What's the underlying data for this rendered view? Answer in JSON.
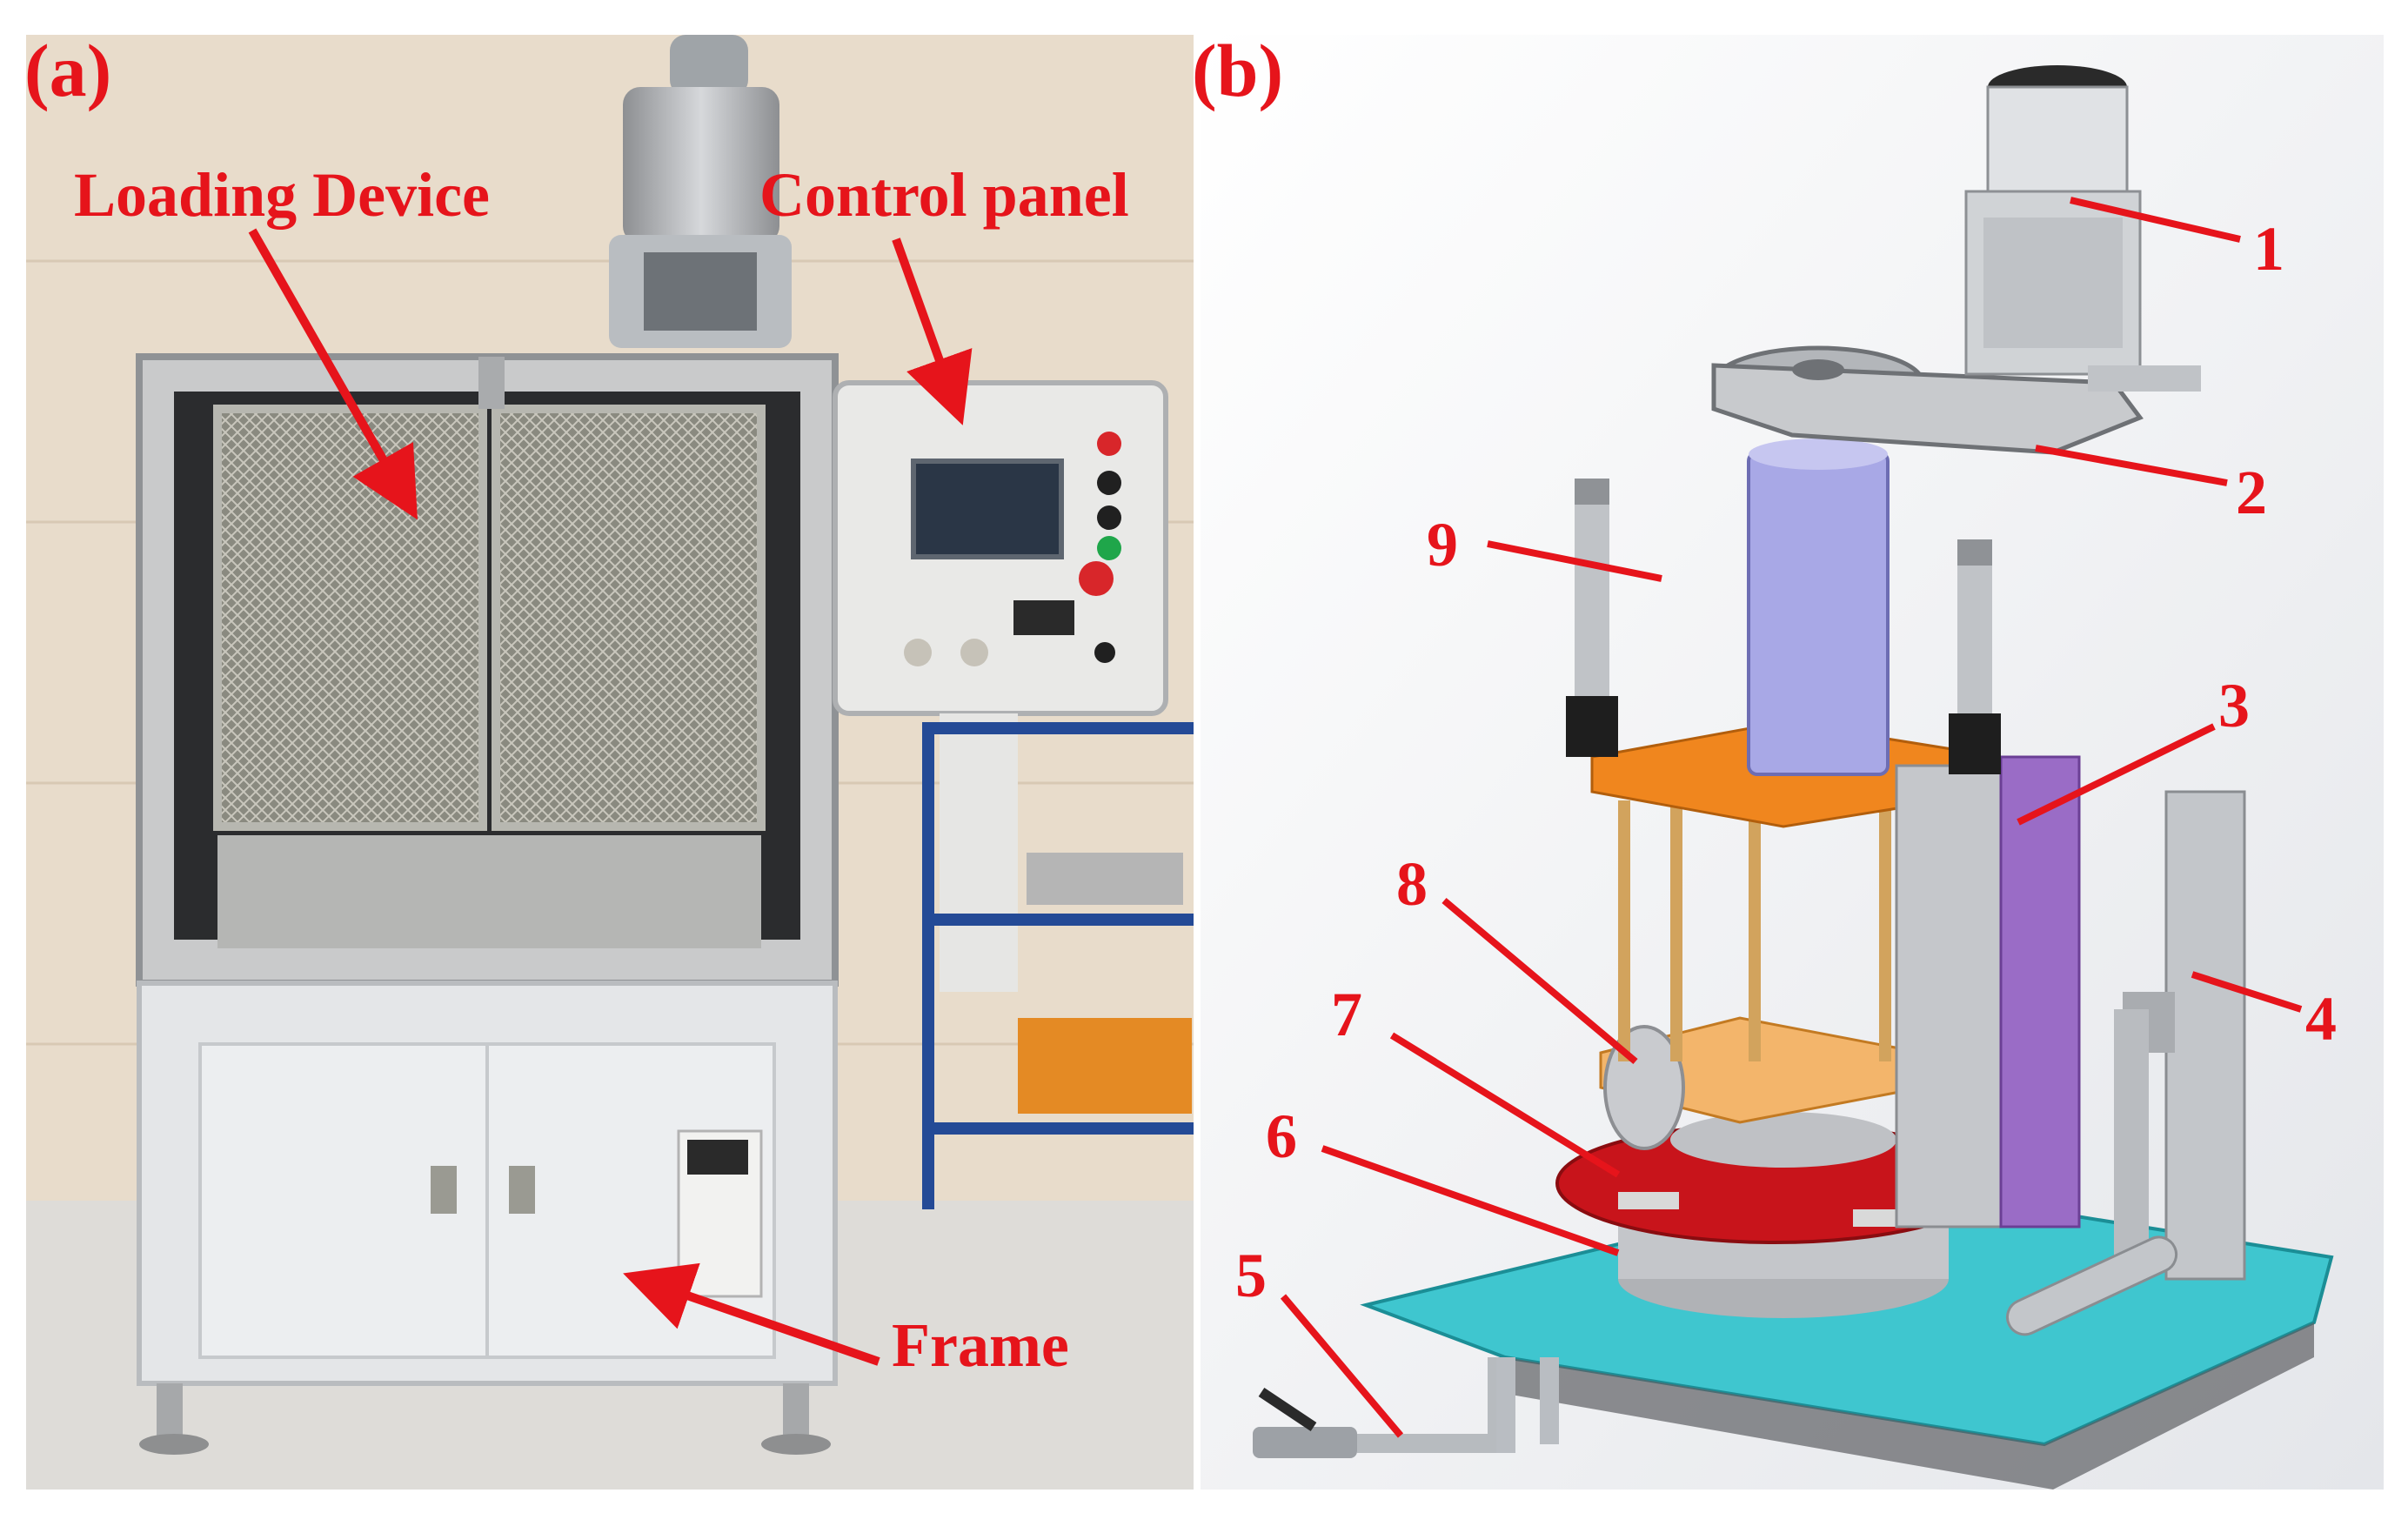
{
  "panels": {
    "a": {
      "label": "(a)"
    },
    "b": {
      "label": "(b)"
    }
  },
  "photo_annotations": {
    "loading_device": "Loading Device",
    "control_panel": "Control panel",
    "frame": "Frame"
  },
  "callouts": {
    "c1": "1",
    "c2": "2",
    "c3": "3",
    "c4": "4",
    "c5": "5",
    "c6": "6",
    "c7": "7",
    "c8": "8",
    "c9": "9"
  },
  "colors": {
    "annotation_red": "#e6141b",
    "base_plate_cyan": "#3fc6cf",
    "turntable_red": "#c8141b",
    "frame_orange": "#f0861e",
    "cylinder_lavender": "#a8a8e6",
    "column_purple": "#9a6cc6"
  }
}
